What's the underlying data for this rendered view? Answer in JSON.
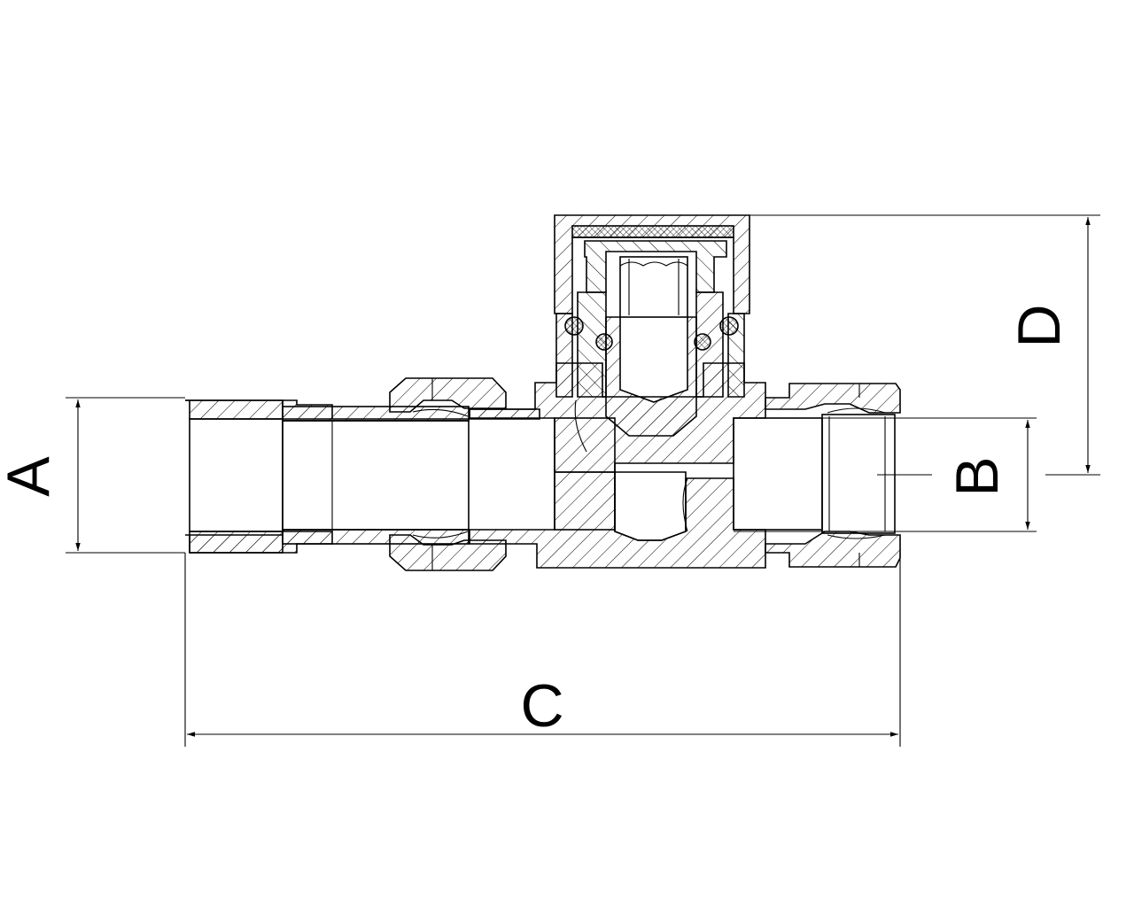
{
  "dimensions": {
    "a": {
      "label": "A"
    },
    "b": {
      "label": "B"
    },
    "c": {
      "label": "C"
    },
    "d": {
      "label": "D"
    }
  }
}
